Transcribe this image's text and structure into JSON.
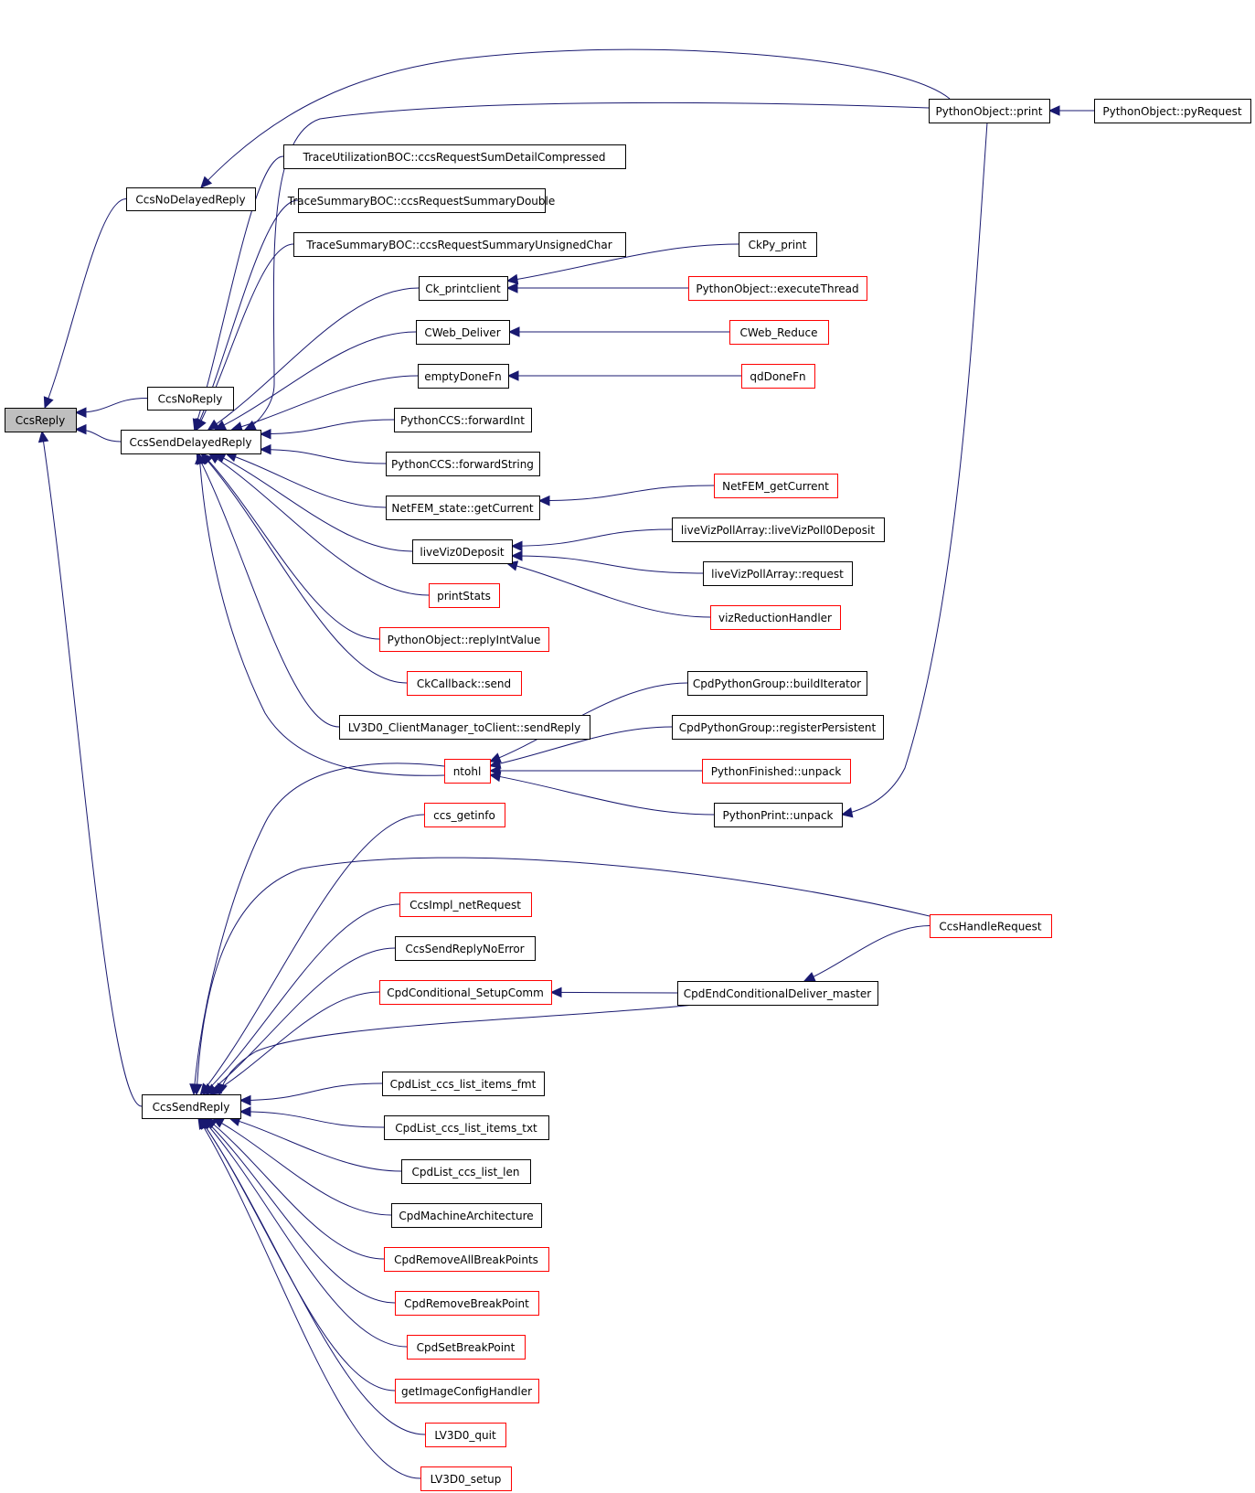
{
  "graph": {
    "title": "CcsReply caller graph",
    "colors": {
      "edge": "#191970",
      "root_fill": "#bfbfbf",
      "node_border_documented": "#000000",
      "node_border_undocumented": "#ff0000"
    },
    "nodes": [
      {
        "id": "CcsReply",
        "label": "CcsReply",
        "style": "root"
      },
      {
        "id": "CcsNoDelayedReply",
        "label": "CcsNoDelayedReply",
        "style": "black"
      },
      {
        "id": "CcsNoReply",
        "label": "CcsNoReply",
        "style": "black"
      },
      {
        "id": "CcsSendDelayedReply",
        "label": "CcsSendDelayedReply",
        "style": "black"
      },
      {
        "id": "CcsSendReply",
        "label": "CcsSendReply",
        "style": "black"
      },
      {
        "id": "PythonObjectPrint",
        "label": "PythonObject::print",
        "style": "black"
      },
      {
        "id": "PythonObjectPyRequest",
        "label": "PythonObject::pyRequest",
        "style": "black"
      },
      {
        "id": "TraceUtilSumDetail",
        "label": "TraceUtilizationBOC::ccsRequestSumDetailCompressed",
        "style": "black"
      },
      {
        "id": "TraceSummaryDouble",
        "label": "TraceSummaryBOC::ccsRequestSummaryDouble",
        "style": "black"
      },
      {
        "id": "TraceSummaryUChar",
        "label": "TraceSummaryBOC::ccsRequestSummaryUnsignedChar",
        "style": "black"
      },
      {
        "id": "CkPrintclient",
        "label": "Ck_printclient",
        "style": "black"
      },
      {
        "id": "CkPyPrint",
        "label": "CkPy_print",
        "style": "black"
      },
      {
        "id": "PythonObjectExecuteThread",
        "label": "PythonObject::executeThread",
        "style": "red"
      },
      {
        "id": "CWebDeliver",
        "label": "CWeb_Deliver",
        "style": "black"
      },
      {
        "id": "CWebReduce",
        "label": "CWeb_Reduce",
        "style": "red"
      },
      {
        "id": "emptyDoneFn",
        "label": "emptyDoneFn",
        "style": "black"
      },
      {
        "id": "qdDoneFn",
        "label": "qdDoneFn",
        "style": "red"
      },
      {
        "id": "PythonCCSForwardInt",
        "label": "PythonCCS::forwardInt",
        "style": "black"
      },
      {
        "id": "PythonCCSForwardString",
        "label": "PythonCCS::forwardString",
        "style": "black"
      },
      {
        "id": "NetFEMStateGetCurrent",
        "label": "NetFEM_state::getCurrent",
        "style": "black"
      },
      {
        "id": "NetFEMGetCurrent",
        "label": "NetFEM_getCurrent",
        "style": "red"
      },
      {
        "id": "liveViz0Deposit",
        "label": "liveViz0Deposit",
        "style": "black"
      },
      {
        "id": "liveVizPollArrayDeposit",
        "label": "liveVizPollArray::liveVizPoll0Deposit",
        "style": "black"
      },
      {
        "id": "liveVizPollArrayRequest",
        "label": "liveVizPollArray::request",
        "style": "black"
      },
      {
        "id": "vizReductionHandler",
        "label": "vizReductionHandler",
        "style": "red"
      },
      {
        "id": "printStats",
        "label": "printStats",
        "style": "red"
      },
      {
        "id": "PythonObjectReplyIntValue",
        "label": "PythonObject::replyIntValue",
        "style": "red"
      },
      {
        "id": "CkCallbackSend",
        "label": "CkCallback::send",
        "style": "red"
      },
      {
        "id": "LV3D0ClientSendReply",
        "label": "LV3D0_ClientManager_toClient::sendReply",
        "style": "black"
      },
      {
        "id": "CpdPythonGroupBuildIterator",
        "label": "CpdPythonGroup::buildIterator",
        "style": "black"
      },
      {
        "id": "CpdPythonGroupRegisterPersistent",
        "label": "CpdPythonGroup::registerPersistent",
        "style": "black"
      },
      {
        "id": "ntohl",
        "label": "ntohl",
        "style": "red"
      },
      {
        "id": "PythonFinishedUnpack",
        "label": "PythonFinished::unpack",
        "style": "red"
      },
      {
        "id": "PythonPrintUnpack",
        "label": "PythonPrint::unpack",
        "style": "black"
      },
      {
        "id": "ccsGetinfo",
        "label": "ccs_getinfo",
        "style": "red"
      },
      {
        "id": "CcsHandleRequest",
        "label": "CcsHandleRequest",
        "style": "red"
      },
      {
        "id": "CcsImplNetRequest",
        "label": "CcsImpl_netRequest",
        "style": "red"
      },
      {
        "id": "CcsSendReplyNoError",
        "label": "CcsSendReplyNoError",
        "style": "black"
      },
      {
        "id": "CpdConditionalSetupComm",
        "label": "CpdConditional_SetupComm",
        "style": "red"
      },
      {
        "id": "CpdEndConditionalDeliverMaster",
        "label": "CpdEndConditionalDeliver_master",
        "style": "black"
      },
      {
        "id": "CpdListItemsFmt",
        "label": "CpdList_ccs_list_items_fmt",
        "style": "black"
      },
      {
        "id": "CpdListItemsTxt",
        "label": "CpdList_ccs_list_items_txt",
        "style": "black"
      },
      {
        "id": "CpdListLen",
        "label": "CpdList_ccs_list_len",
        "style": "black"
      },
      {
        "id": "CpdMachineArchitecture",
        "label": "CpdMachineArchitecture",
        "style": "black"
      },
      {
        "id": "CpdRemoveAllBreakPoints",
        "label": "CpdRemoveAllBreakPoints",
        "style": "red"
      },
      {
        "id": "CpdRemoveBreakPoint",
        "label": "CpdRemoveBreakPoint",
        "style": "red"
      },
      {
        "id": "CpdSetBreakPoint",
        "label": "CpdSetBreakPoint",
        "style": "red"
      },
      {
        "id": "getImageConfigHandler",
        "label": "getImageConfigHandler",
        "style": "red"
      },
      {
        "id": "LV3D0Quit",
        "label": "LV3D0_quit",
        "style": "red"
      },
      {
        "id": "LV3D0Setup",
        "label": "LV3D0_setup",
        "style": "red"
      }
    ],
    "edges": [
      {
        "from": "CcsNoDelayedReply",
        "to": "CcsReply"
      },
      {
        "from": "CcsNoReply",
        "to": "CcsReply"
      },
      {
        "from": "CcsSendDelayedReply",
        "to": "CcsReply"
      },
      {
        "from": "CcsSendReply",
        "to": "CcsReply"
      },
      {
        "from": "PythonObjectPrint",
        "to": "CcsNoDelayedReply"
      },
      {
        "from": "PythonObjectPyRequest",
        "to": "PythonObjectPrint"
      },
      {
        "from": "PythonObjectPrint",
        "to": "CcsSendDelayedReply"
      },
      {
        "from": "TraceUtilSumDetail",
        "to": "CcsSendDelayedReply"
      },
      {
        "from": "TraceSummaryDouble",
        "to": "CcsSendDelayedReply"
      },
      {
        "from": "TraceSummaryUChar",
        "to": "CcsSendDelayedReply"
      },
      {
        "from": "CkPrintclient",
        "to": "CcsSendDelayedReply"
      },
      {
        "from": "CWebDeliver",
        "to": "CcsSendDelayedReply"
      },
      {
        "from": "emptyDoneFn",
        "to": "CcsSendDelayedReply"
      },
      {
        "from": "PythonCCSForwardInt",
        "to": "CcsSendDelayedReply"
      },
      {
        "from": "PythonCCSForwardString",
        "to": "CcsSendDelayedReply"
      },
      {
        "from": "NetFEMStateGetCurrent",
        "to": "CcsSendDelayedReply"
      },
      {
        "from": "liveViz0Deposit",
        "to": "CcsSendDelayedReply"
      },
      {
        "from": "printStats",
        "to": "CcsSendDelayedReply"
      },
      {
        "from": "PythonObjectReplyIntValue",
        "to": "CcsSendDelayedReply"
      },
      {
        "from": "CkCallbackSend",
        "to": "CcsSendDelayedReply"
      },
      {
        "from": "LV3D0ClientSendReply",
        "to": "CcsSendDelayedReply"
      },
      {
        "from": "ntohl",
        "to": "CcsSendDelayedReply"
      },
      {
        "from": "CkPyPrint",
        "to": "CkPrintclient"
      },
      {
        "from": "PythonObjectExecuteThread",
        "to": "CkPrintclient"
      },
      {
        "from": "CWebReduce",
        "to": "CWebDeliver"
      },
      {
        "from": "qdDoneFn",
        "to": "emptyDoneFn"
      },
      {
        "from": "NetFEMGetCurrent",
        "to": "NetFEMStateGetCurrent"
      },
      {
        "from": "liveVizPollArrayDeposit",
        "to": "liveViz0Deposit"
      },
      {
        "from": "liveVizPollArrayRequest",
        "to": "liveViz0Deposit"
      },
      {
        "from": "vizReductionHandler",
        "to": "liveViz0Deposit"
      },
      {
        "from": "CpdPythonGroupBuildIterator",
        "to": "ntohl"
      },
      {
        "from": "CpdPythonGroupRegisterPersistent",
        "to": "ntohl"
      },
      {
        "from": "PythonFinishedUnpack",
        "to": "ntohl"
      },
      {
        "from": "PythonPrintUnpack",
        "to": "ntohl"
      },
      {
        "from": "PythonObjectPrint",
        "to": "PythonPrintUnpack"
      },
      {
        "from": "ntohl",
        "to": "CcsSendReply"
      },
      {
        "from": "ccsGetinfo",
        "to": "CcsSendReply"
      },
      {
        "from": "CcsHandleRequest",
        "to": "CcsSendReply"
      },
      {
        "from": "CcsImplNetRequest",
        "to": "CcsSendReply"
      },
      {
        "from": "CcsSendReplyNoError",
        "to": "CcsSendReply"
      },
      {
        "from": "CpdConditionalSetupComm",
        "to": "CcsSendReply"
      },
      {
        "from": "CpdEndConditionalDeliverMaster",
        "to": "CpdConditionalSetupComm"
      },
      {
        "from": "CcsHandleRequest",
        "to": "CpdEndConditionalDeliverMaster"
      },
      {
        "from": "CpdEndConditionalDeliverMaster",
        "to": "CcsSendReply"
      },
      {
        "from": "CpdListItemsFmt",
        "to": "CcsSendReply"
      },
      {
        "from": "CpdListItemsTxt",
        "to": "CcsSendReply"
      },
      {
        "from": "CpdListLen",
        "to": "CcsSendReply"
      },
      {
        "from": "CpdMachineArchitecture",
        "to": "CcsSendReply"
      },
      {
        "from": "CpdRemoveAllBreakPoints",
        "to": "CcsSendReply"
      },
      {
        "from": "CpdRemoveBreakPoint",
        "to": "CcsSendReply"
      },
      {
        "from": "CpdSetBreakPoint",
        "to": "CcsSendReply"
      },
      {
        "from": "getImageConfigHandler",
        "to": "CcsSendReply"
      },
      {
        "from": "LV3D0Quit",
        "to": "CcsSendReply"
      },
      {
        "from": "LV3D0Setup",
        "to": "CcsSendReply"
      }
    ]
  }
}
